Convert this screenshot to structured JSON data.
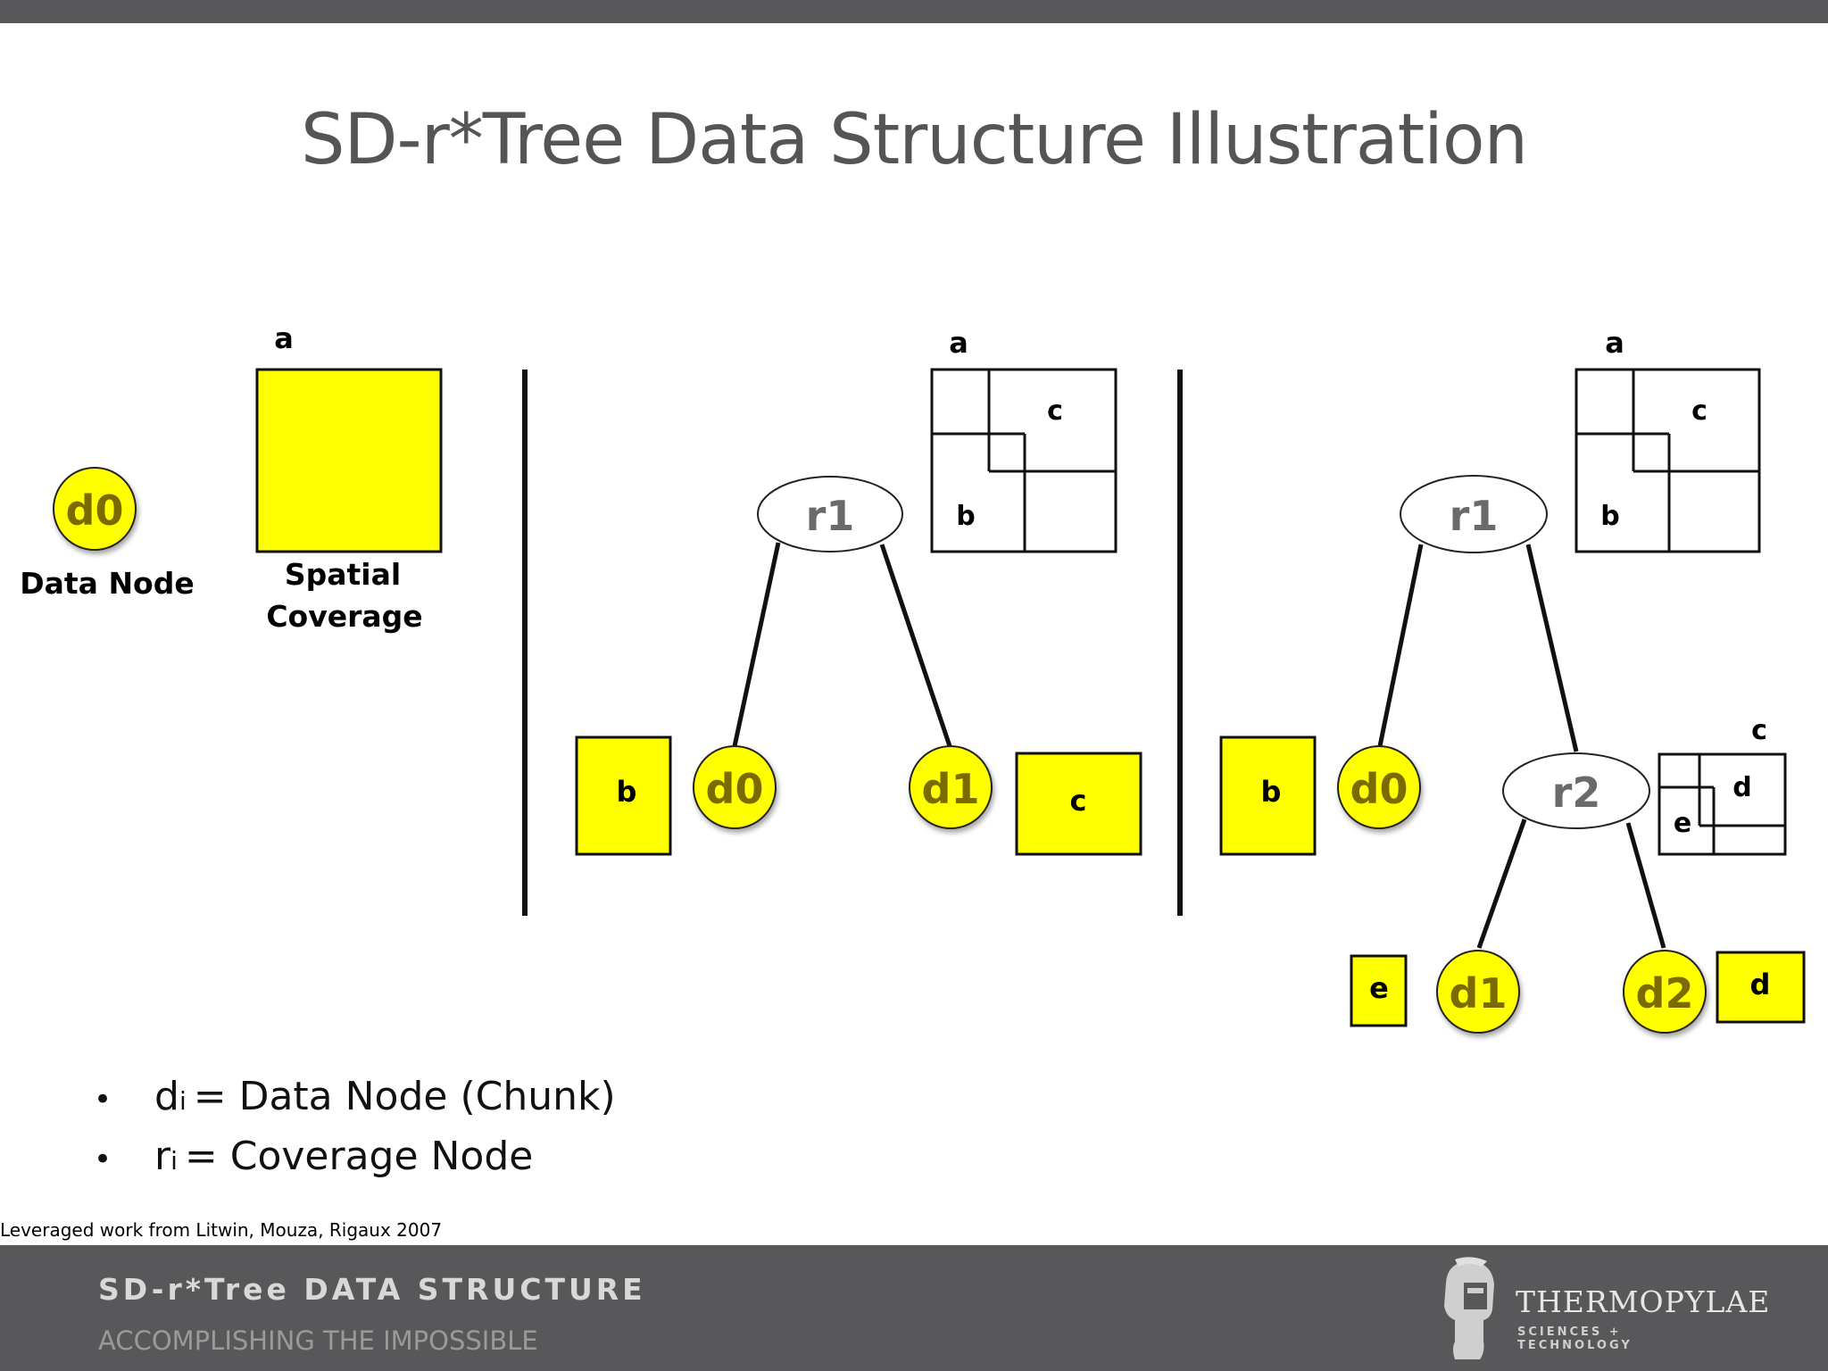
{
  "slide": {
    "title": "SD-r*Tree Data Structure Illustration",
    "citation": "Leveraged work from Litwin, Mouza, Rigaux 2007"
  },
  "legend_panel": {
    "data_node": "d0",
    "data_node_caption": "Data Node",
    "coverage_label": "a",
    "coverage_caption_line1": "Spatial",
    "coverage_caption_line2": "Coverage"
  },
  "panel_two": {
    "coverage_label": "a",
    "region_c": "c",
    "region_b": "b",
    "root": "r1",
    "left_leaf": "d0",
    "right_leaf": "d1",
    "left_box": "b",
    "right_box": "c"
  },
  "panel_three": {
    "coverage_label": "a",
    "region_c": "c",
    "region_b": "b",
    "root": "r1",
    "left_leaf": "d0",
    "left_box": "b",
    "inner": "r2",
    "inner_coverage_label": "c",
    "inner_region_d": "d",
    "inner_region_e": "e",
    "leaf_d1": "d1",
    "leaf_d2": "d2",
    "box_e": "e",
    "box_d": "d"
  },
  "bullets": [
    {
      "sym": "d",
      "sub": "i",
      "text": "= Data Node (Chunk)"
    },
    {
      "sym": "r",
      "sub": "i",
      "text": "= Coverage Node"
    }
  ],
  "footer": {
    "title": "SD-r*Tree DATA STRUCTURE",
    "tagline": "ACCOMPLISHING THE IMPOSSIBLE",
    "logo_name": "THERMOPYLAE",
    "logo_sub": "SCIENCES + TECHNOLOGY"
  },
  "colors": {
    "node_fill": "#ffff00",
    "bar": "#58585a"
  }
}
